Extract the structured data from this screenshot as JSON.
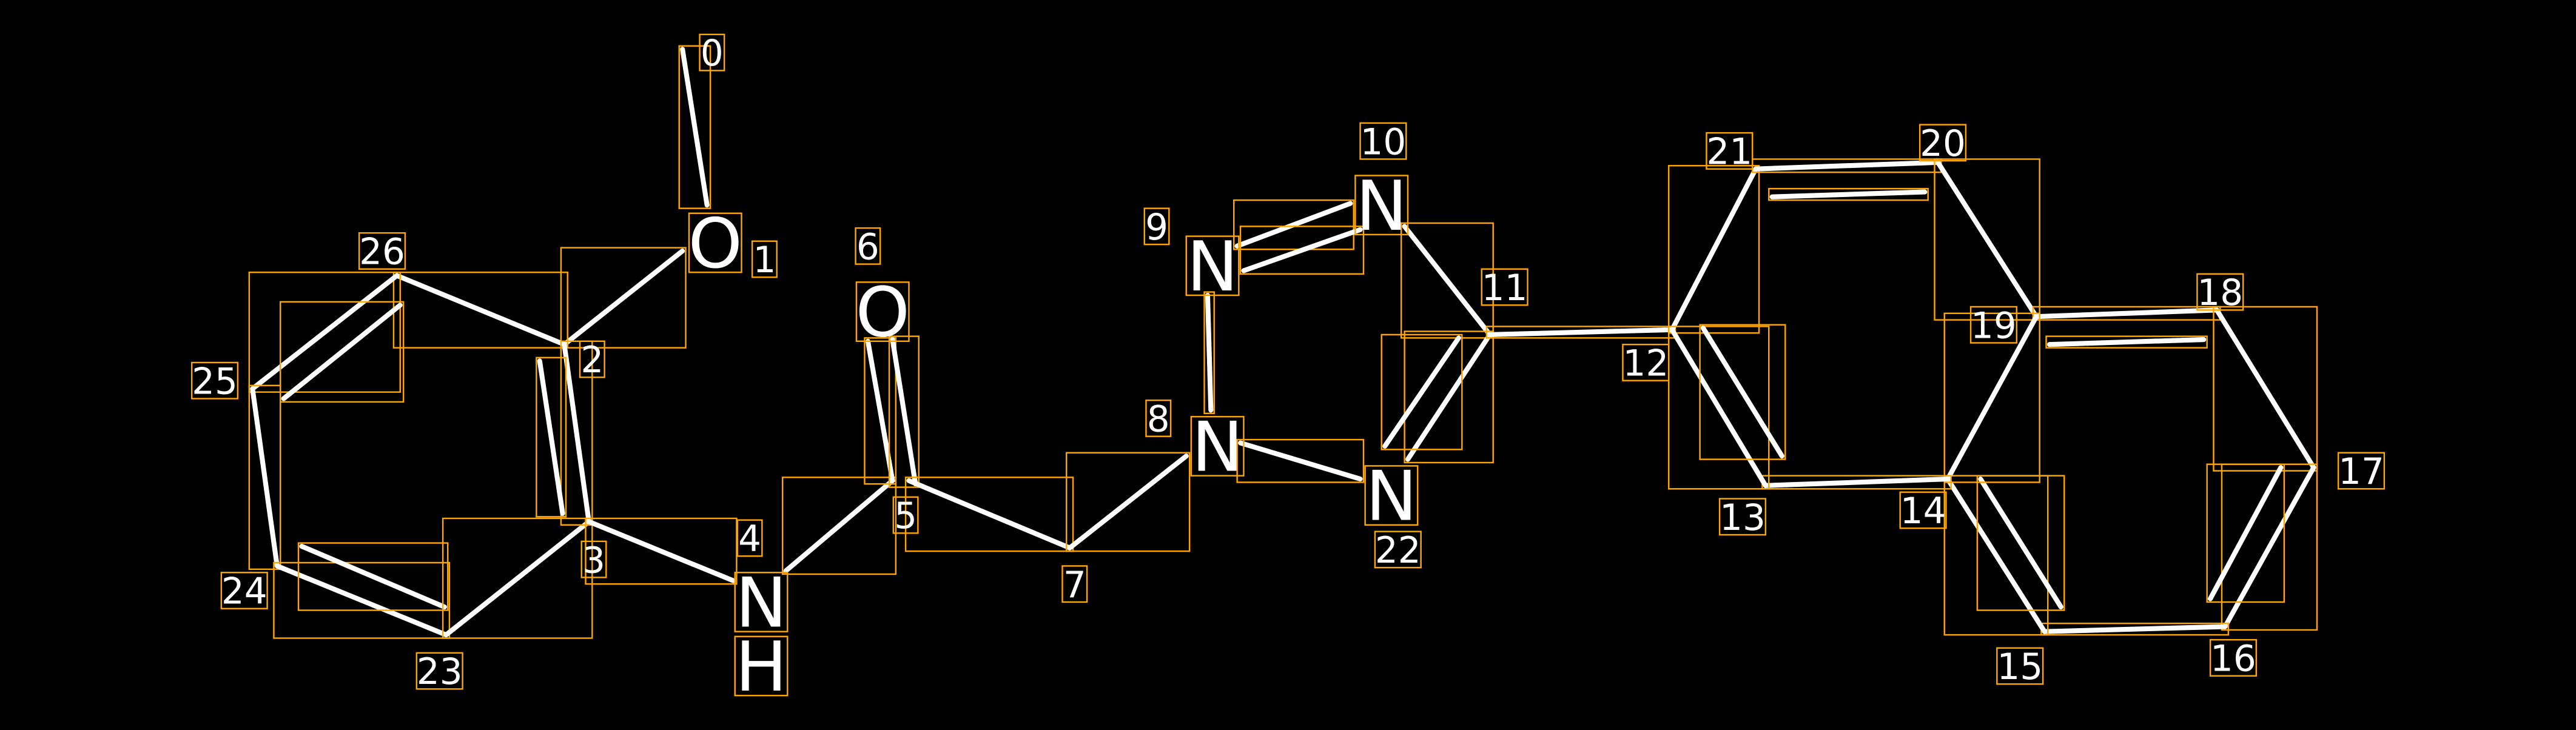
{
  "title": "Molecule structure with atom index annotations",
  "colors": {
    "background": "#000000",
    "bond": "#ffffff",
    "box": "#ffa500"
  },
  "atom_symbols": {
    "a1": "O",
    "a4_n": "N",
    "a4_h": "H",
    "a6": "O",
    "a8": "N",
    "a9": "N",
    "a10": "N",
    "a22": "N"
  },
  "index_labels": [
    "0",
    "1",
    "2",
    "3",
    "4",
    "5",
    "6",
    "7",
    "8",
    "9",
    "10",
    "11",
    "12",
    "13",
    "14",
    "15",
    "16",
    "17",
    "18",
    "19",
    "20",
    "21",
    "22",
    "23",
    "24",
    "25",
    "26"
  ]
}
